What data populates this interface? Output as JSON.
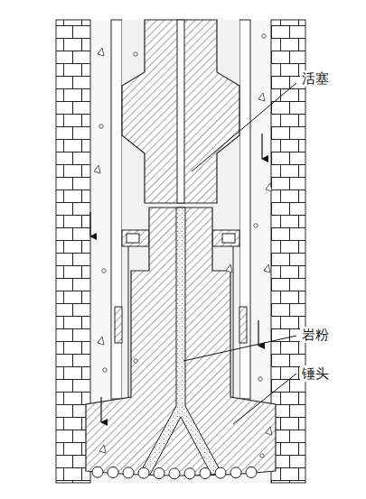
{
  "diagram": {
    "labels": [
      "活塞",
      "岩粉",
      "锤头"
    ]
  }
}
